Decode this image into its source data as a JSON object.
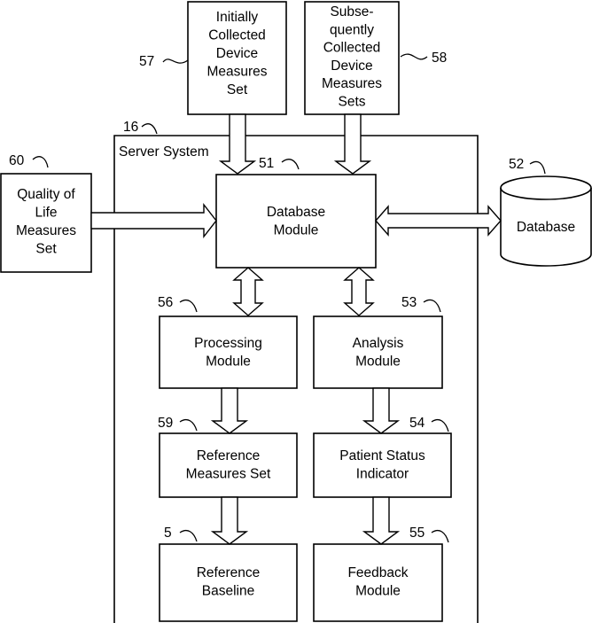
{
  "server_system": {
    "ref": "16",
    "label": "Server System"
  },
  "boxes": {
    "initially_collected": {
      "ref": "57",
      "lines": [
        "Initially",
        "Collected",
        "Device",
        "Measures",
        "Set"
      ]
    },
    "subsequently_collected": {
      "ref": "58",
      "lines": [
        "Subse-",
        "quently",
        "Collected",
        "Device",
        "Measures",
        "Sets"
      ]
    },
    "quality_of_life": {
      "ref": "60",
      "lines": [
        "Quality of",
        "Life",
        "Measures",
        "Set"
      ]
    },
    "database_module": {
      "ref": "51",
      "lines": [
        "Database",
        "Module"
      ]
    },
    "database": {
      "ref": "52",
      "lines": [
        "Database"
      ]
    },
    "processing_module": {
      "ref": "56",
      "lines": [
        "Processing",
        "Module"
      ]
    },
    "analysis_module": {
      "ref": "53",
      "lines": [
        "Analysis",
        "Module"
      ]
    },
    "reference_measures_set": {
      "ref": "59",
      "lines": [
        "Reference",
        "Measures Set"
      ]
    },
    "patient_status_indicator": {
      "ref": "54",
      "lines": [
        "Patient Status",
        "Indicator"
      ]
    },
    "reference_baseline": {
      "ref": "5",
      "lines": [
        "Reference",
        "Baseline"
      ]
    },
    "feedback_module": {
      "ref": "55",
      "lines": [
        "Feedback",
        "Module"
      ]
    }
  }
}
